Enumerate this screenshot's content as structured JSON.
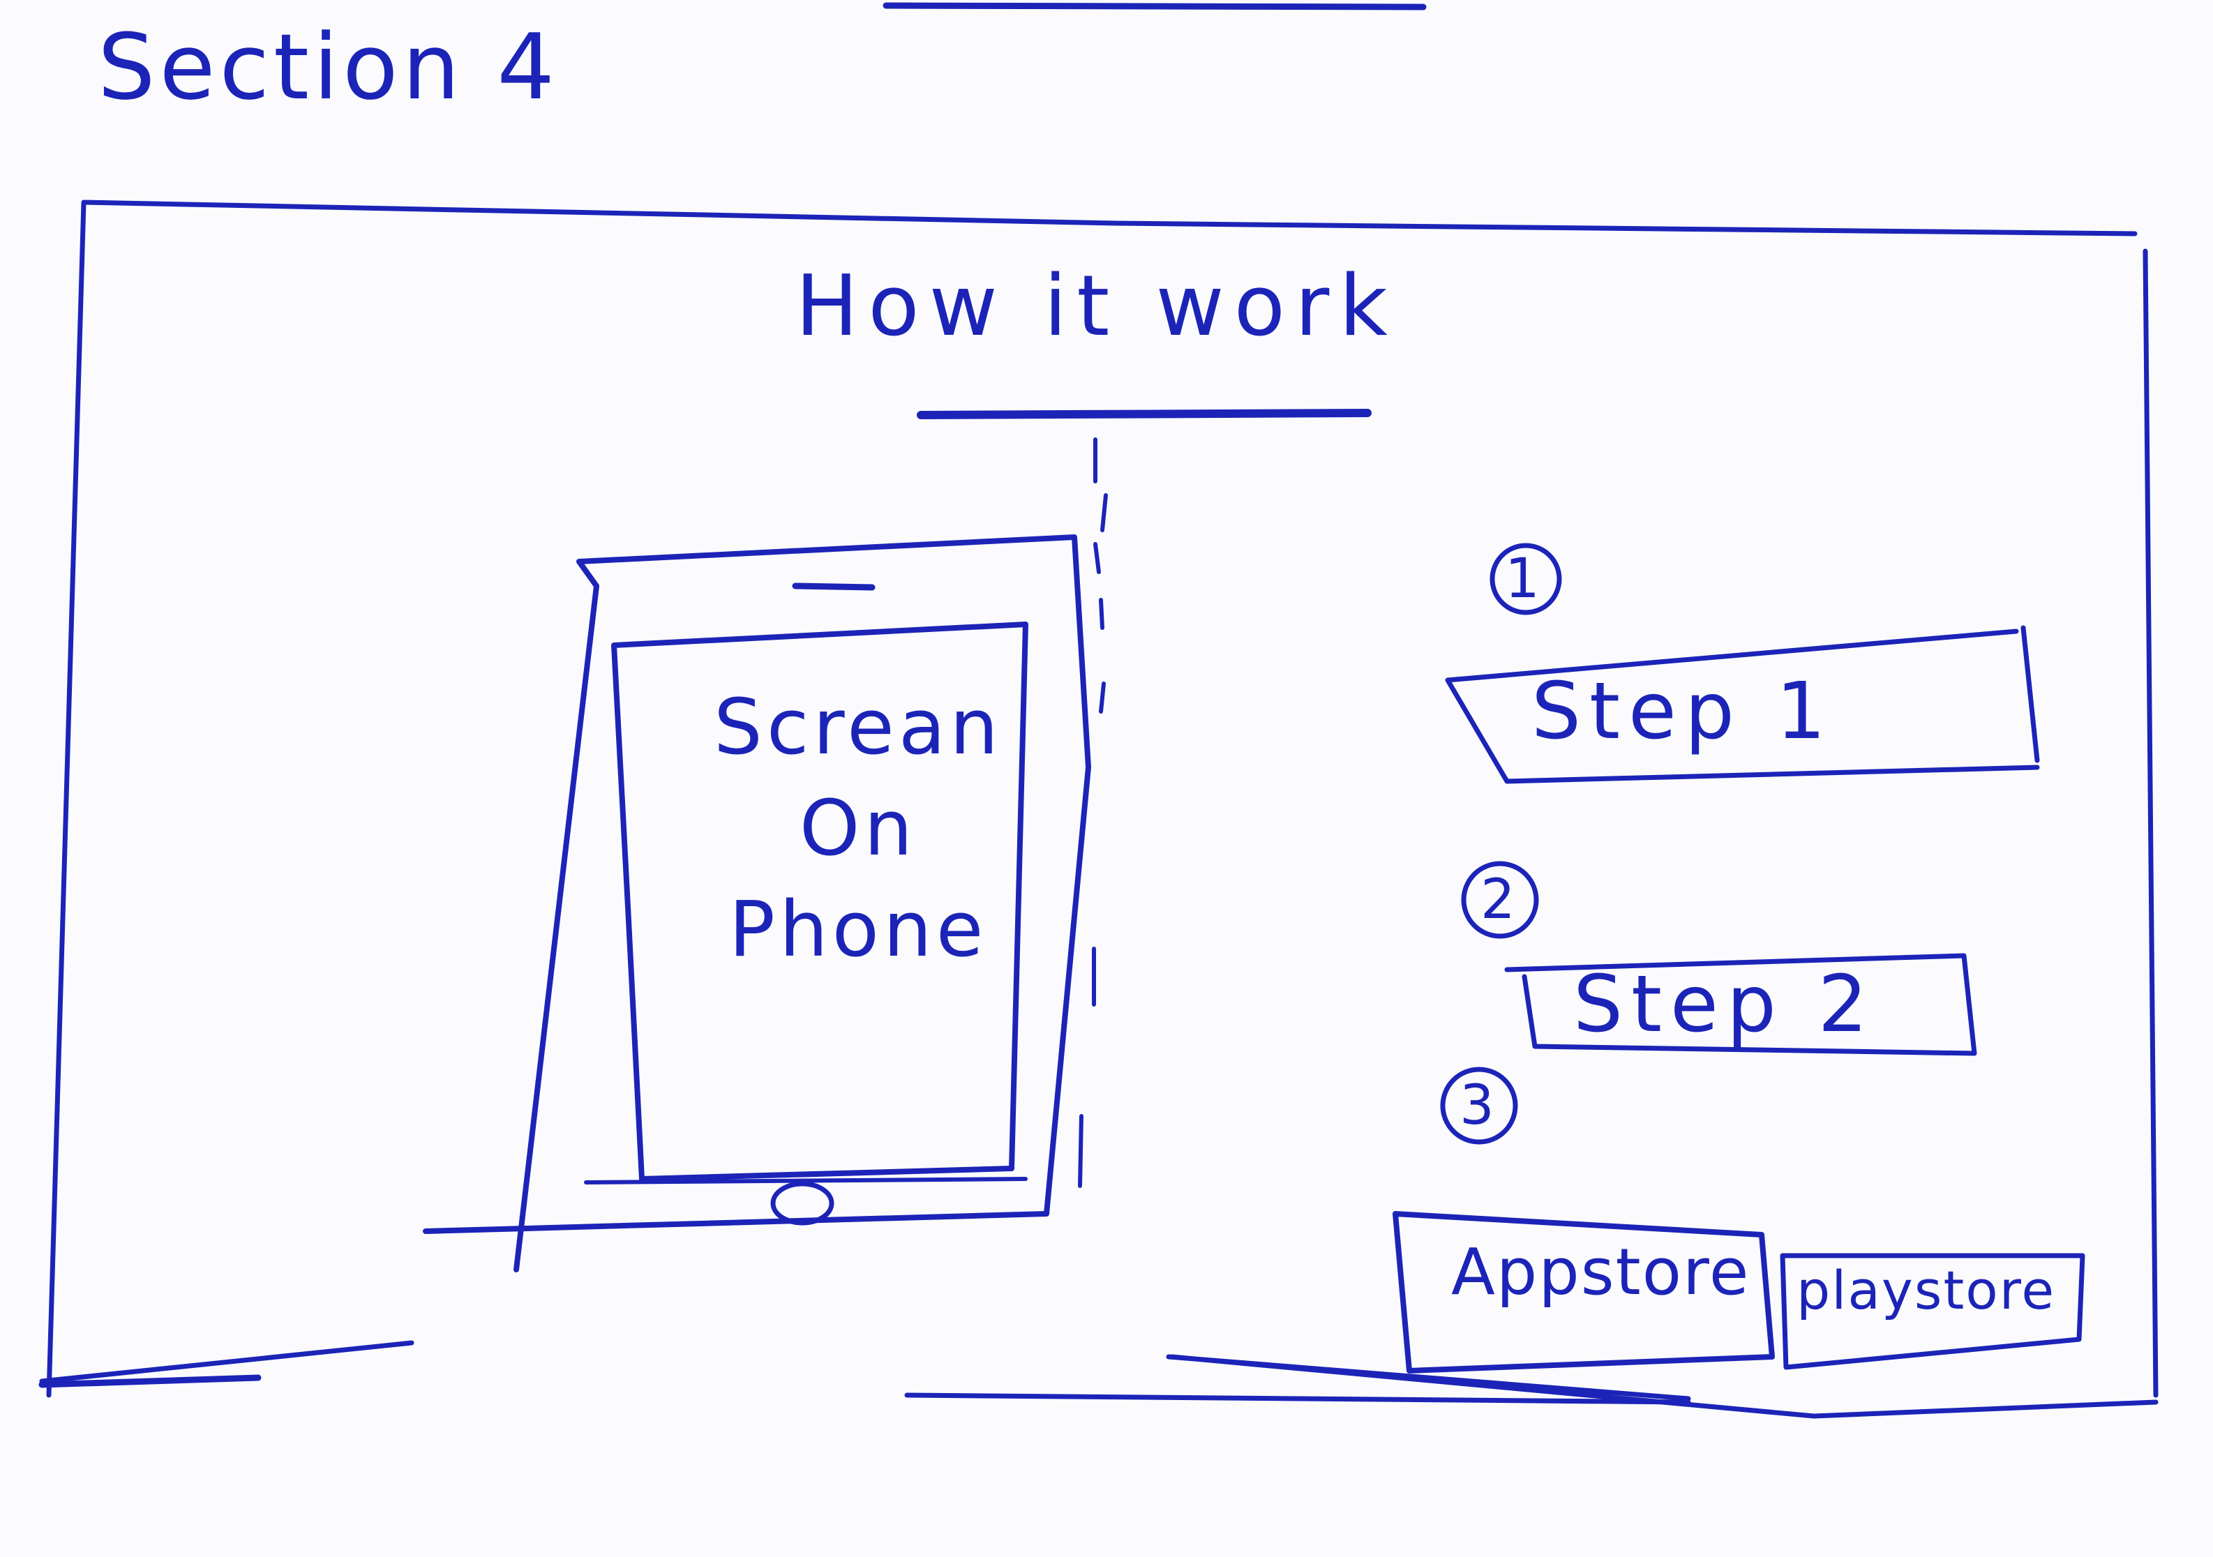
{
  "section_label": "Section 4",
  "heading": "How it work",
  "phone": {
    "screen_lines": [
      "Screan",
      "On",
      "Phone"
    ]
  },
  "steps": [
    {
      "number": "1",
      "label": "Step 1"
    },
    {
      "number": "2",
      "label": "Step 2"
    },
    {
      "number": "3",
      "label": ""
    }
  ],
  "stores": {
    "appstore_label": "Appstore",
    "playstore_label": "playstore"
  },
  "colors": {
    "ink": "#1c24b8",
    "paper": "#fbfbfd"
  }
}
